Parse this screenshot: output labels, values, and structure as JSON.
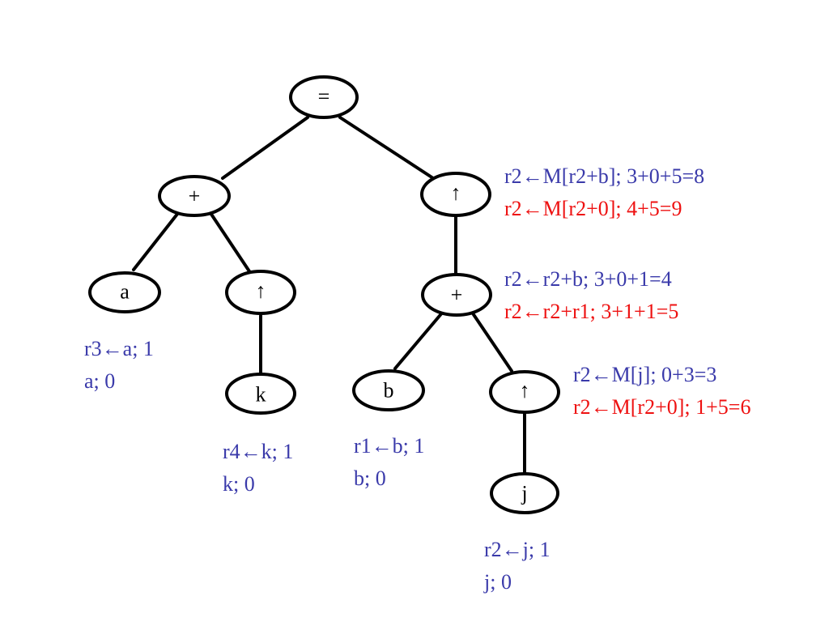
{
  "colors": {
    "primary_cost": "#3a3aaa",
    "alternative_cost": "#ee1111",
    "node_stroke": "#000000"
  },
  "nodes": {
    "root": "=",
    "plus_left": "+",
    "deref_right": "↑",
    "leaf_a": "a",
    "deref_k": "↑",
    "leaf_k": "k",
    "plus_inner": "+",
    "leaf_b": "b",
    "deref_j": "↑",
    "leaf_j": "j"
  },
  "annotations": {
    "deref_right": {
      "primary": "r2←M[r2+b]; 3+0+5=8",
      "alternative": "r2←M[r2+0]; 4+5=9"
    },
    "plus_inner": {
      "primary": "r2←r2+b; 3+0+1=4",
      "alternative": "r2←r2+r1; 3+1+1=5"
    },
    "deref_j": {
      "primary": "r2←M[j]; 0+3=3",
      "alternative": "r2←M[r2+0]; 1+5=6"
    },
    "leaf_a": {
      "primary": "r3←a; 1",
      "alternative": "a; 0"
    },
    "leaf_k": {
      "primary": "r4←k; 1",
      "alternative": "k; 0"
    },
    "leaf_b": {
      "primary": "r1←b; 1",
      "alternative": "b; 0"
    },
    "leaf_j": {
      "primary": "r2←j; 1",
      "alternative": "j; 0"
    }
  }
}
